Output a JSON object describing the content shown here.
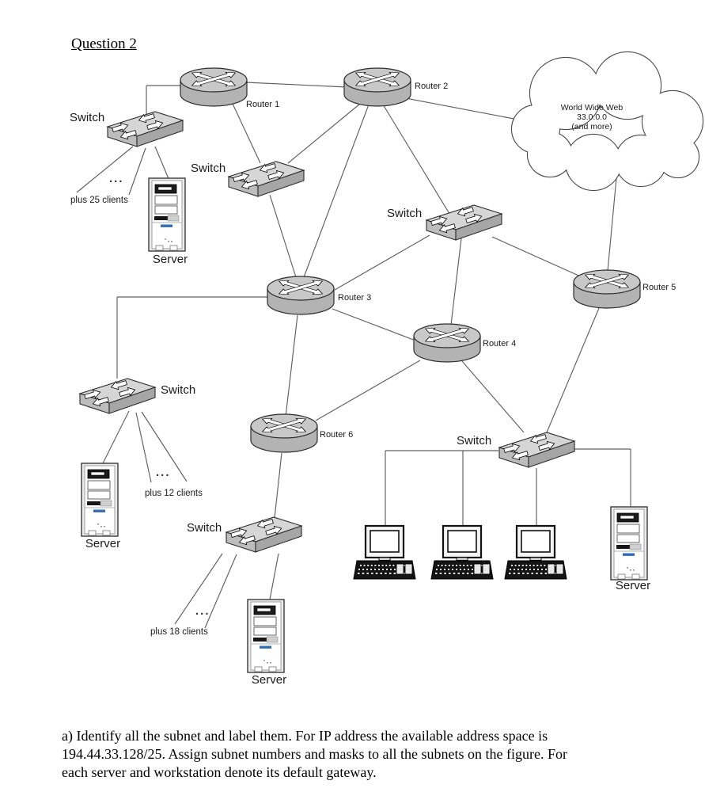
{
  "title": "Question 2",
  "question": {
    "line1": "a) Identify all the subnet and label them. For IP address the available address space is",
    "line2": "194.44.33.128/25. Assign subnet numbers and masks to all the subnets on the figure. For",
    "line3": "each server and workstation denote its default gateway."
  },
  "cloud": {
    "line1": "World Wide Web",
    "line2": "33.0.0.0",
    "line3": "(and more)"
  },
  "routers": [
    {
      "label": "Router 1"
    },
    {
      "label": "Router 2"
    },
    {
      "label": "Router 3"
    },
    {
      "label": "Router 4"
    },
    {
      "label": "Router 5"
    },
    {
      "label": "Router 6"
    }
  ],
  "switches": [
    {
      "label": "Switch"
    },
    {
      "label": "Switch"
    },
    {
      "label": "Switch"
    },
    {
      "label": "Switch"
    },
    {
      "label": "Switch"
    },
    {
      "label": "Switch"
    }
  ],
  "servers": [
    {
      "label": "Server"
    },
    {
      "label": "Server"
    },
    {
      "label": "Server"
    },
    {
      "label": "Server"
    }
  ],
  "client_groups": [
    {
      "dots": "...",
      "label": "plus 25 clients"
    },
    {
      "dots": "...",
      "label": "plus 12 clients"
    },
    {
      "dots": "...",
      "label": "plus 18 clients"
    }
  ],
  "colors": {
    "diagram_line": "#5f5f5f",
    "device_gray": "#c6c6c6",
    "accent_blue": "#2f6db5"
  }
}
